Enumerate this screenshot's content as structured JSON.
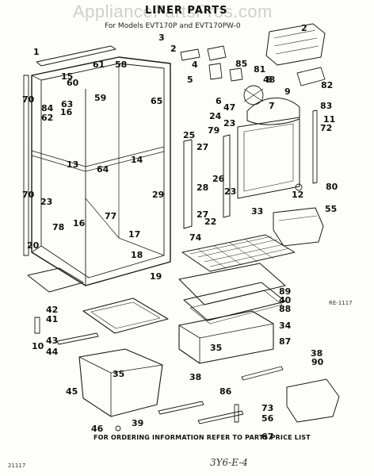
{
  "watermark": "AppliancePartsPros.com",
  "title": "LINER PARTS",
  "subtitle": "For Models EVT170P and EVT170PW-0",
  "ref_code": "RE-1117",
  "sheet_number": "21117",
  "handwritten_note": "3Y6-E-4",
  "footer": "FOR ORDERING INFORMATION REFER TO PARTS PRICE LIST",
  "callouts": [
    "1",
    "2",
    "2",
    "3",
    "4",
    "5",
    "6",
    "7",
    "8",
    "9",
    "10",
    "11",
    "12",
    "13",
    "14",
    "15",
    "16",
    "16",
    "17",
    "18",
    "19",
    "20",
    "22",
    "23",
    "23",
    "23",
    "24",
    "25",
    "26",
    "27",
    "27",
    "28",
    "29",
    "33",
    "34",
    "35",
    "35",
    "38",
    "38",
    "39",
    "40",
    "41",
    "42",
    "43",
    "44",
    "45",
    "46",
    "47",
    "48",
    "55",
    "56",
    "58",
    "59",
    "60",
    "61",
    "62",
    "63",
    "64",
    "65",
    "67",
    "70",
    "70",
    "72",
    "73",
    "74",
    "77",
    "78",
    "79",
    "80",
    "81",
    "82",
    "83",
    "84",
    "85",
    "86",
    "87",
    "88",
    "89",
    "90"
  ]
}
